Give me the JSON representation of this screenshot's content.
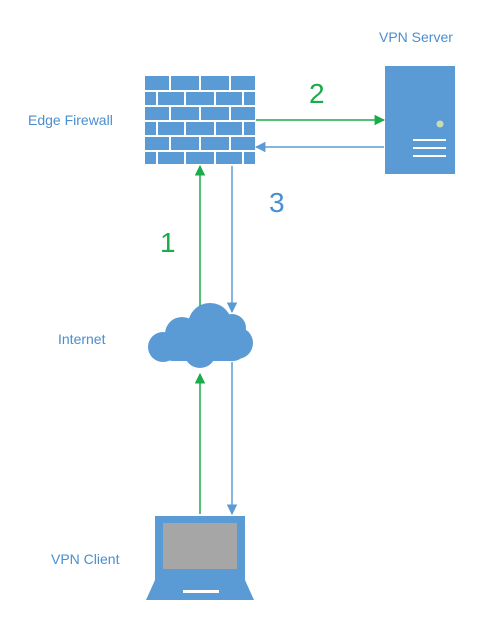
{
  "nodes": {
    "vpn_server": {
      "label": "VPN Server",
      "icon": "server-icon"
    },
    "edge_firewall": {
      "label": "Edge Firewall",
      "icon": "firewall-icon"
    },
    "internet": {
      "label": "Internet",
      "icon": "cloud-icon"
    },
    "vpn_client": {
      "label": "VPN Client",
      "icon": "laptop-icon"
    }
  },
  "steps": [
    {
      "label": "1",
      "color": "#1aab4b"
    },
    {
      "label": "2",
      "color": "#1aab4b"
    },
    {
      "label": "3",
      "color": "#4a8ecf"
    }
  ],
  "colors": {
    "blue": "#5b9bd5",
    "dark_blue": "#4a8ecf",
    "green": "#1aab4b",
    "label": "#4a8ecf"
  }
}
